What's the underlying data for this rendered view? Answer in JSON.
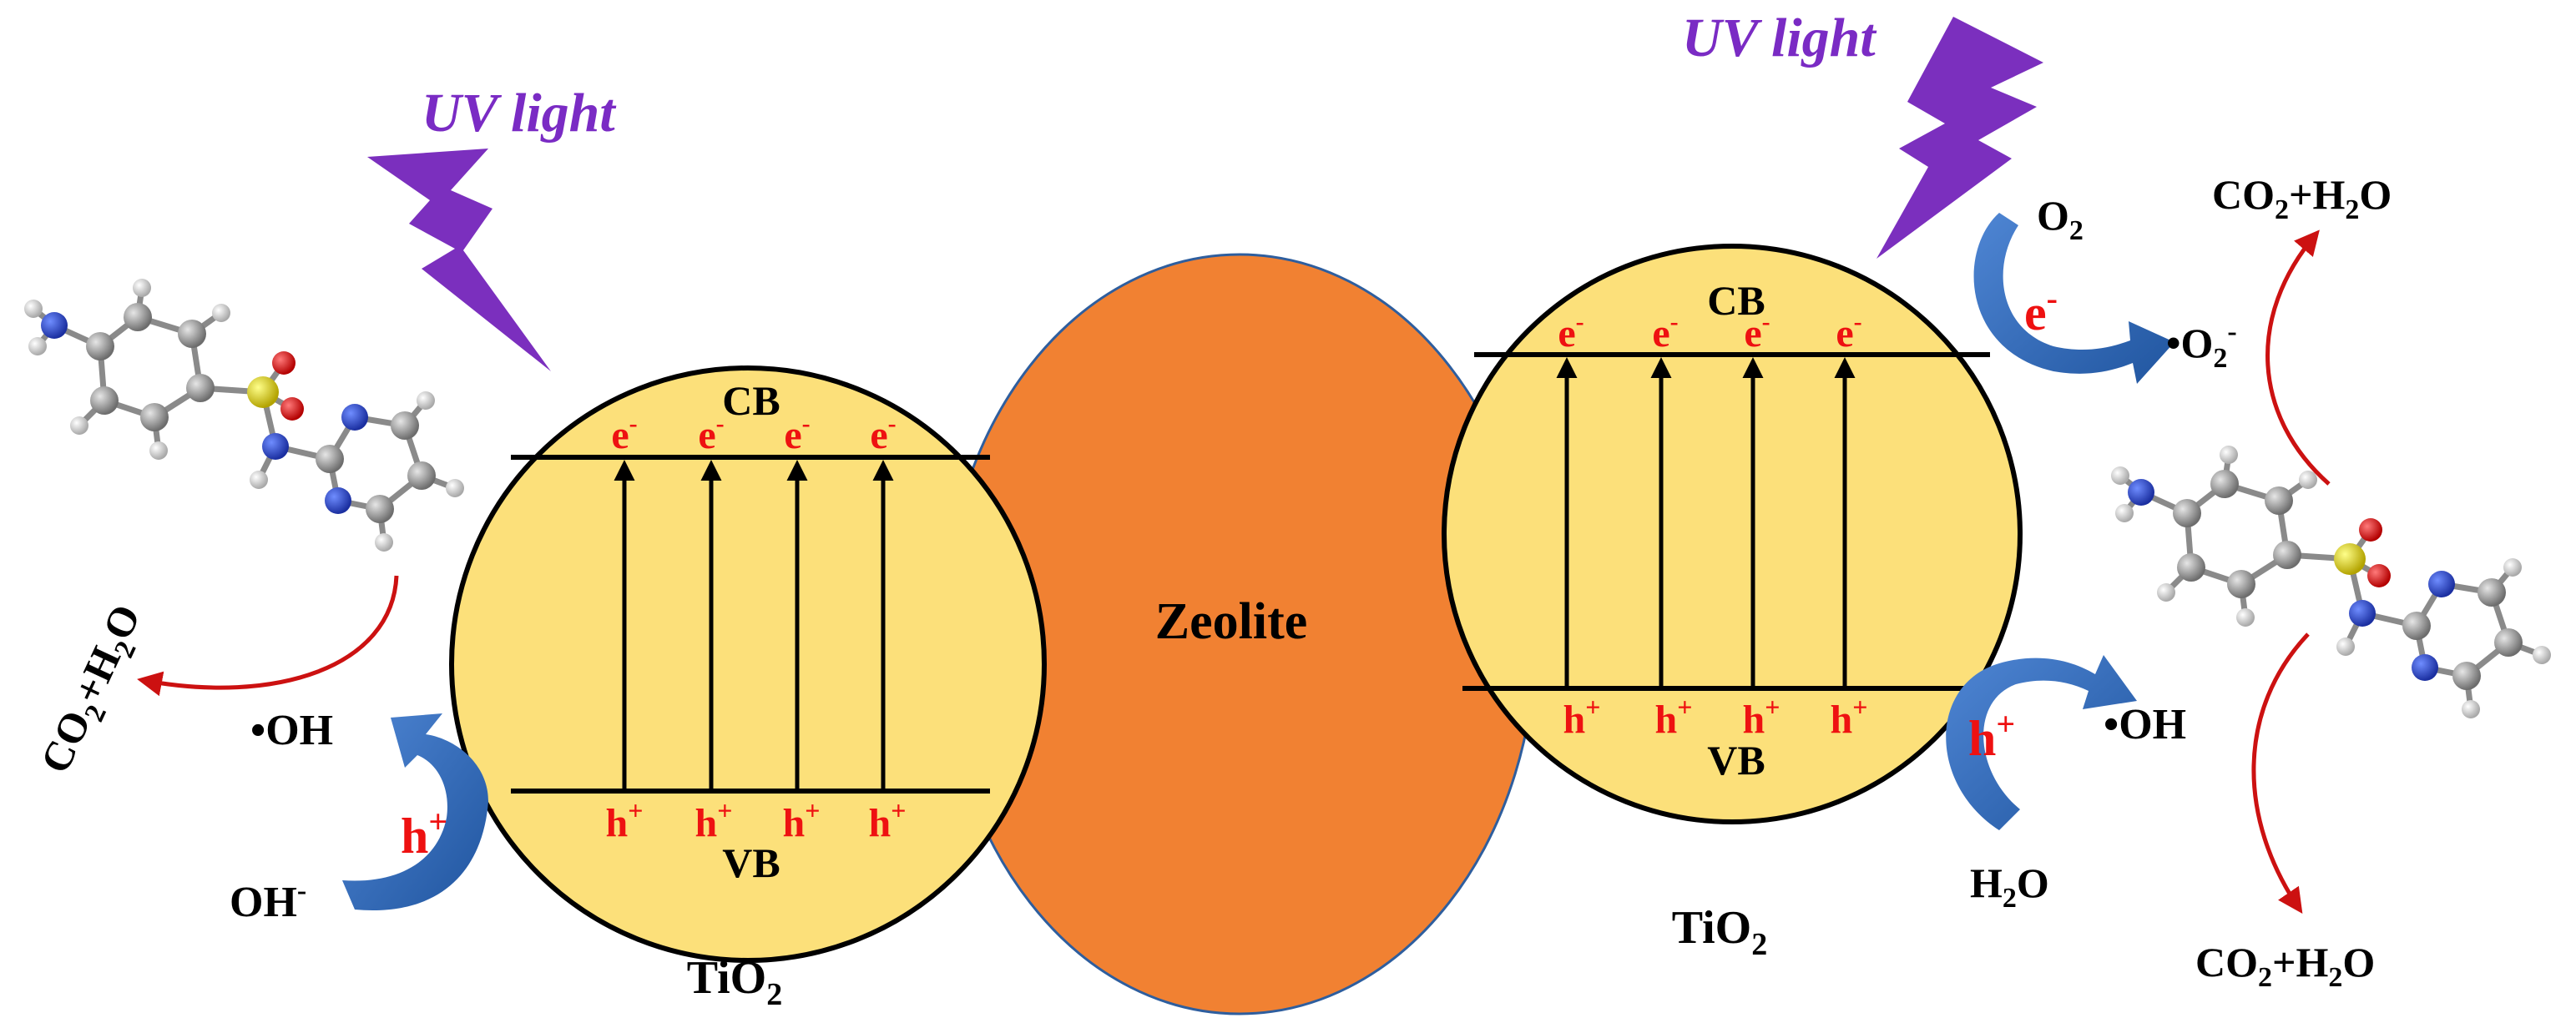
{
  "uv_label": "UV light",
  "zeolite_label": "Zeolite",
  "particle_label": {
    "base": "TiO",
    "sub": "2"
  },
  "band": {
    "cb": "CB",
    "vb": "VB"
  },
  "carriers": {
    "electron": "e",
    "electron_sup": "-",
    "hole": "h",
    "hole_sup": "+"
  },
  "species": {
    "oh_radical": "•OH",
    "hydroxide": {
      "base": "OH",
      "sup": "-"
    },
    "oxygen": {
      "base": "O",
      "sub": "2"
    },
    "superoxide": {
      "base": "•O",
      "sub": "2",
      "sup": "-"
    },
    "water": {
      "base": "H",
      "sub": "2",
      "tail": "O"
    },
    "products": {
      "a": "CO",
      "sub1": "2",
      "b": "+H",
      "sub2": "2",
      "c": "O"
    }
  },
  "colors": {
    "tio2_fill": "#fce07a",
    "zeolite_fill": "#f18132",
    "zeolite_stroke": "#2e5e9e",
    "lightning": "#7b2fbe",
    "carrier_red": "#ee1111",
    "curve_red": "#cc1111",
    "blue_arrow": "#2e67b8"
  },
  "icons": [
    "lightning-bolt-icon",
    "sulfadiazine-molecule-icon",
    "curved-arrow-icon"
  ]
}
